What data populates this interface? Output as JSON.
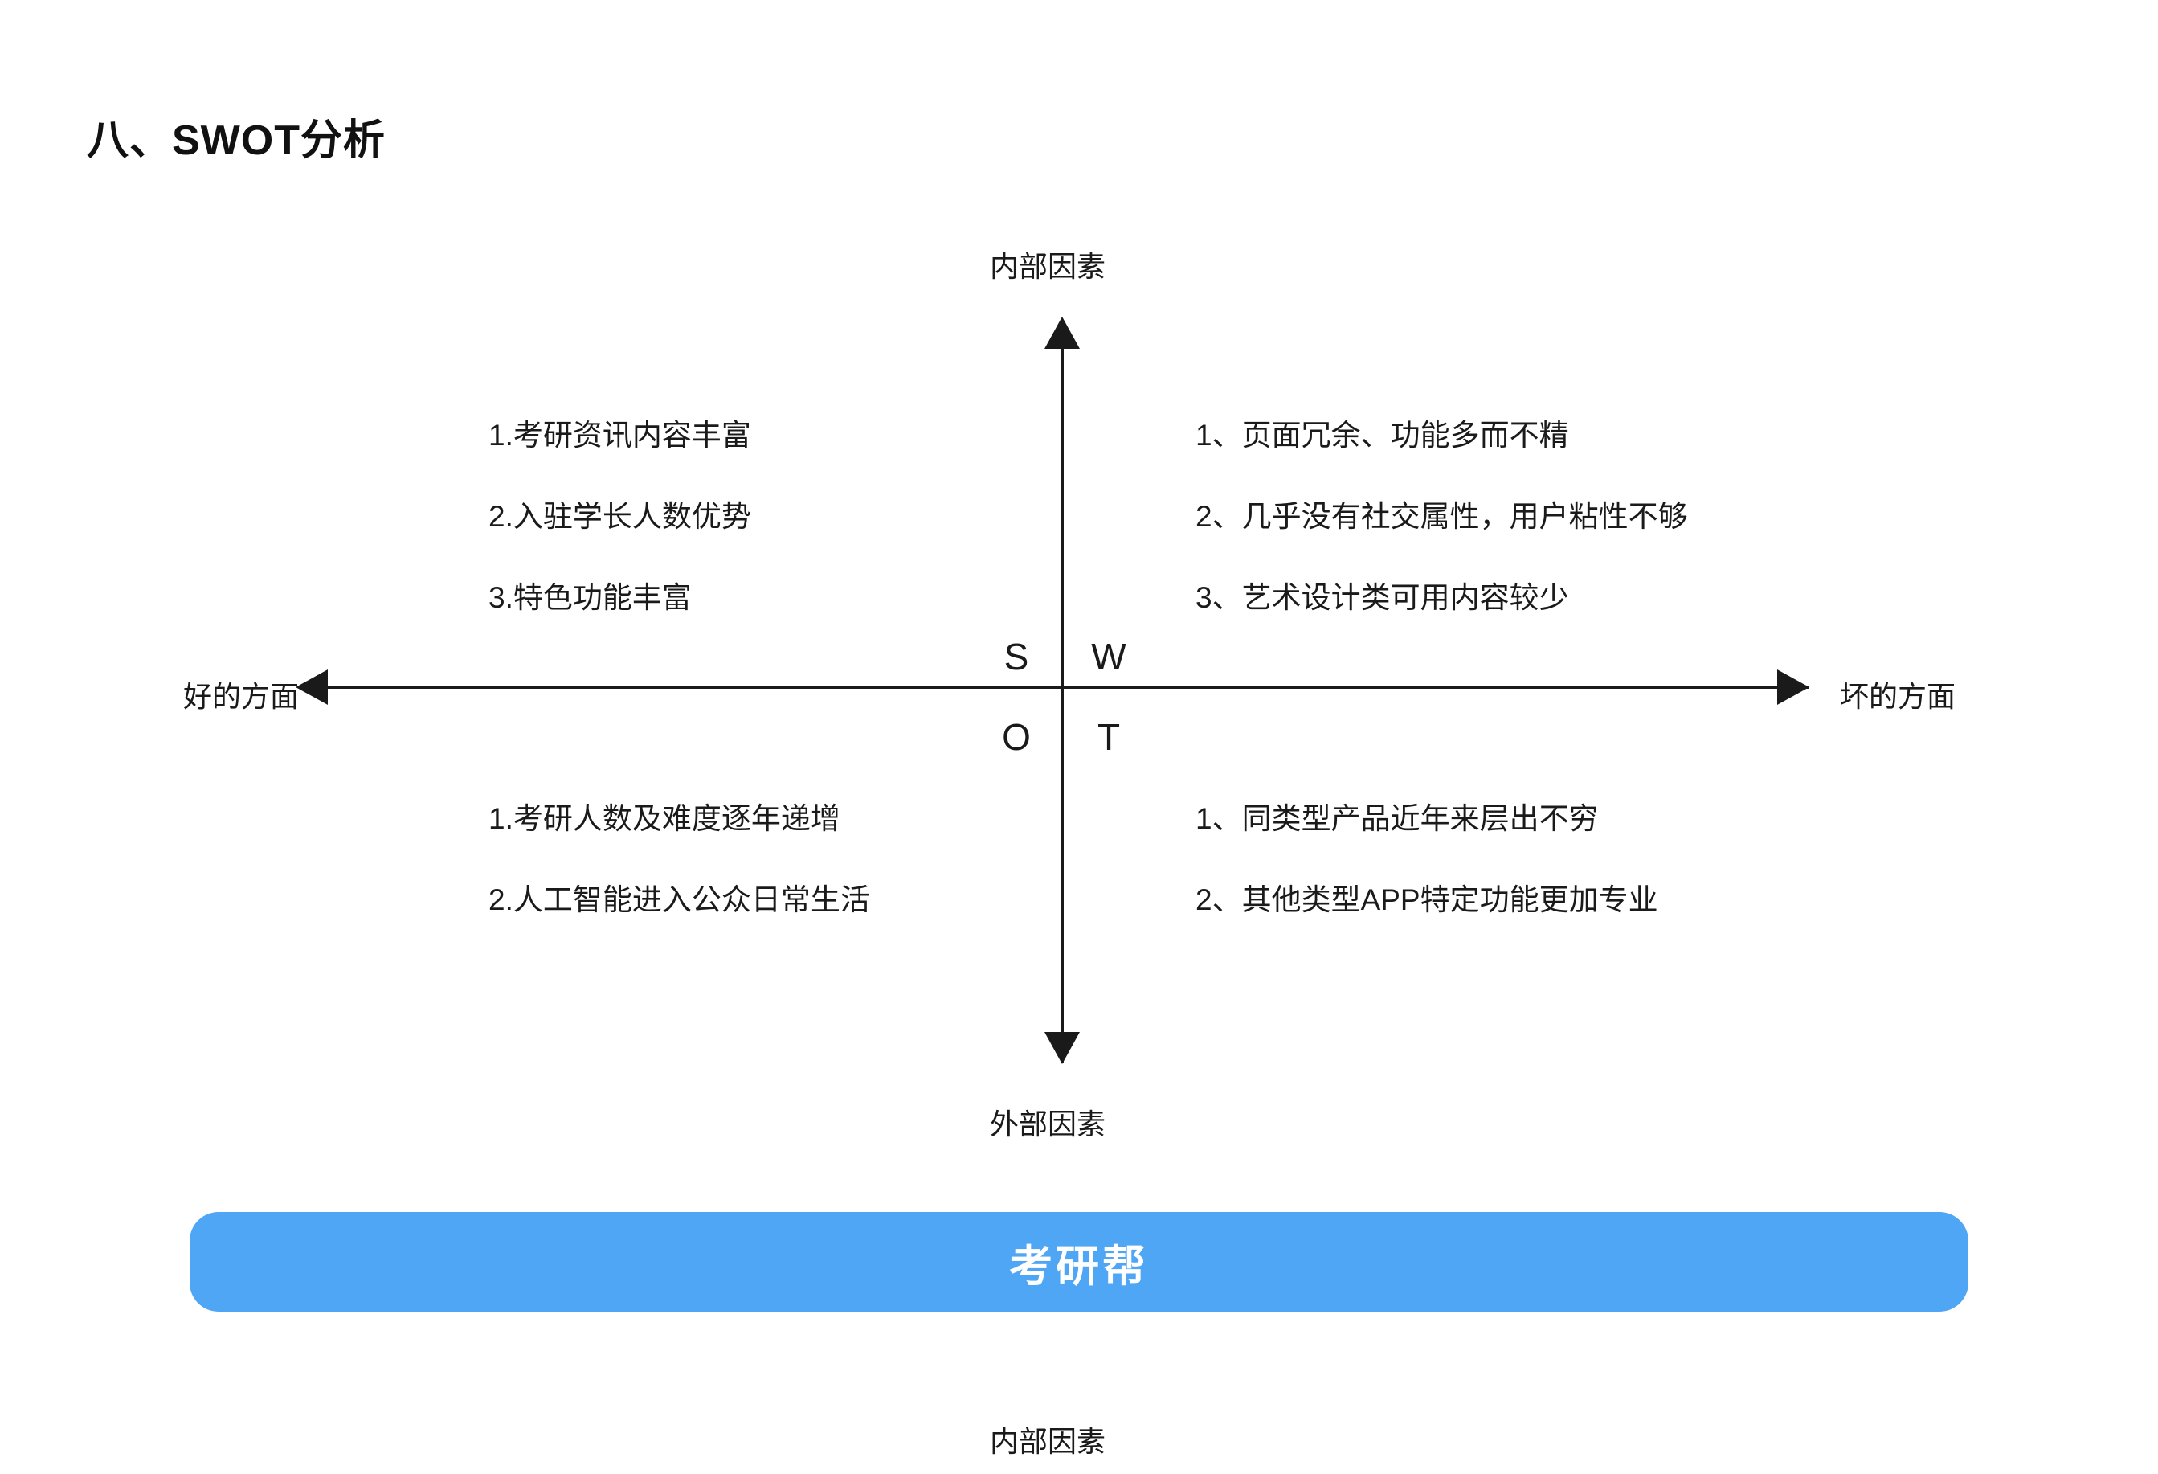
{
  "page": {
    "title": "八、SWOT分析",
    "background_color": "#ffffff"
  },
  "chart_data": {
    "type": "table",
    "title": "八、SWOT分析",
    "axes": {
      "vertical_top_label": "内部因素",
      "vertical_bottom_label": "外部因素",
      "horizontal_left_label": "好的方面",
      "horizontal_right_label": "坏的方面"
    },
    "center_letters": {
      "top_left": "S",
      "top_right": "W",
      "bottom_left": "O",
      "bottom_right": "T"
    },
    "quadrants": {
      "strengths": {
        "letter": "S",
        "items": [
          "1.考研资讯内容丰富",
          "2.入驻学长人数优势",
          "3.特色功能丰富"
        ]
      },
      "weaknesses": {
        "letter": "W",
        "items": [
          "1、页面冗余、功能多而不精",
          "2、几乎没有社交属性，用户粘性不够",
          "3、艺术设计类可用内容较少"
        ]
      },
      "opportunities": {
        "letter": "O",
        "items": [
          "1.考研人数及难度逐年递增",
          "2.人工智能进入公众日常生活"
        ]
      },
      "threats": {
        "letter": "T",
        "items": [
          "1、同类型产品近年来层出不穷",
          "2、其他类型APP特定功能更加专业"
        ]
      }
    }
  },
  "brand": {
    "label": "考研帮",
    "color": "#4ea6f5",
    "text_color": "#ffffff"
  },
  "footer": {
    "note": "内部因素"
  }
}
